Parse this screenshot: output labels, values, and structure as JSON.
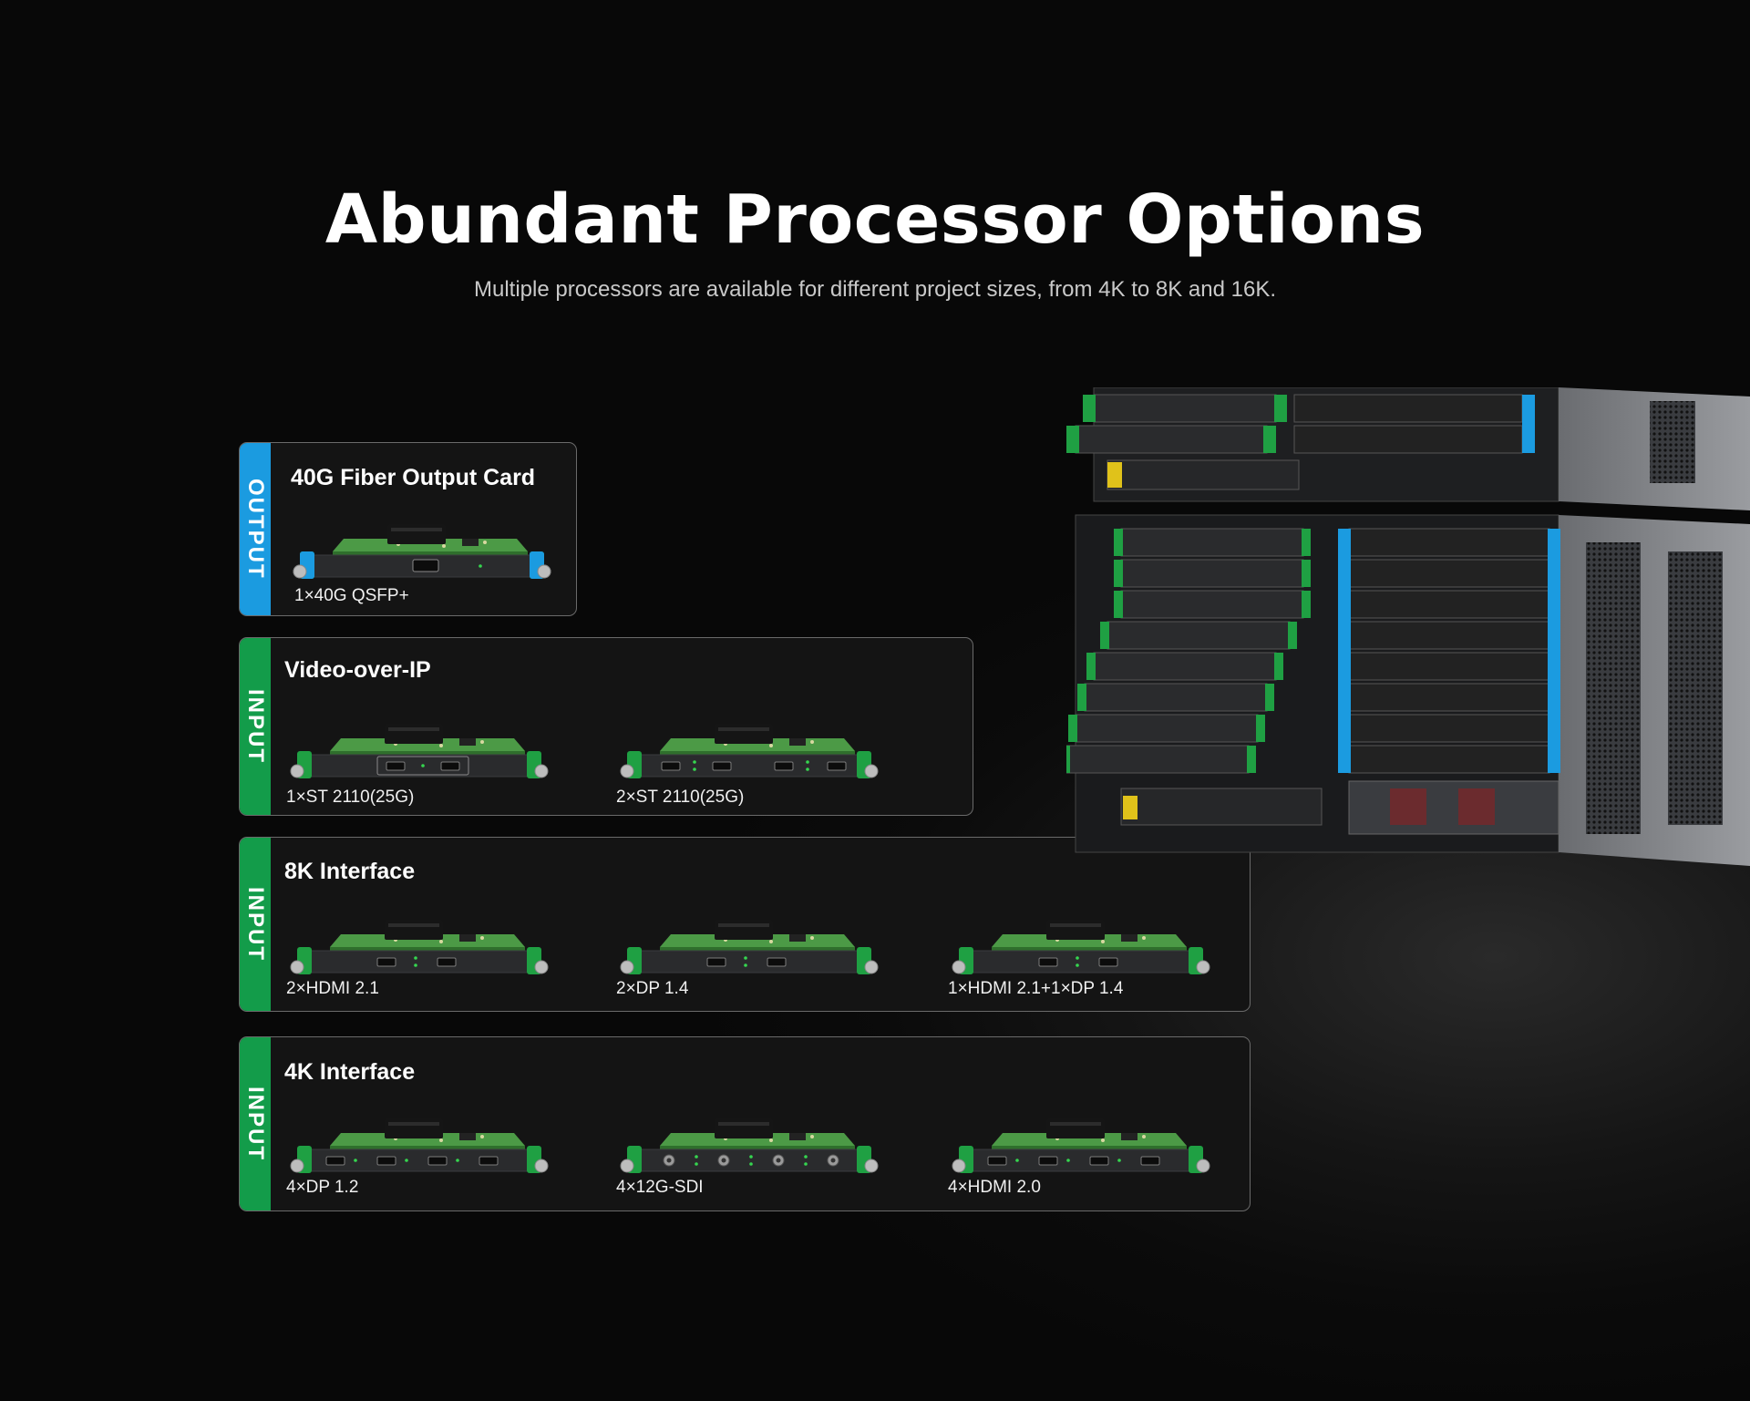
{
  "header": {
    "title": "Abundant Processor Options",
    "subtitle": "Multiple processors are available for different project sizes, from 4K to 8K and 16K."
  },
  "panels": [
    {
      "side_label": "OUTPUT",
      "title": "40G Fiber Output Card",
      "cards": [
        {
          "caption": "1×40G QSFP+"
        }
      ]
    },
    {
      "side_label": "INPUT",
      "title": "Video-over-IP",
      "cards": [
        {
          "caption": "1×ST 2110(25G)"
        },
        {
          "caption": "2×ST 2110(25G)"
        }
      ]
    },
    {
      "side_label": "INPUT",
      "title": "8K Interface",
      "cards": [
        {
          "caption": "2×HDMI 2.1"
        },
        {
          "caption": "2×DP 1.4"
        },
        {
          "caption": "1×HDMI 2.1+1×DP 1.4"
        }
      ]
    },
    {
      "side_label": "INPUT",
      "title": "4K Interface",
      "cards": [
        {
          "caption": "4×DP 1.2"
        },
        {
          "caption": "4×12G-SDI"
        },
        {
          "caption": "4×HDMI 2.0"
        }
      ]
    }
  ],
  "colors": {
    "output_accent": "#1b9be0",
    "input_accent": "#139c4a",
    "pcb_green": "#3f8f3a",
    "faceplate": "#2a2b2d"
  }
}
